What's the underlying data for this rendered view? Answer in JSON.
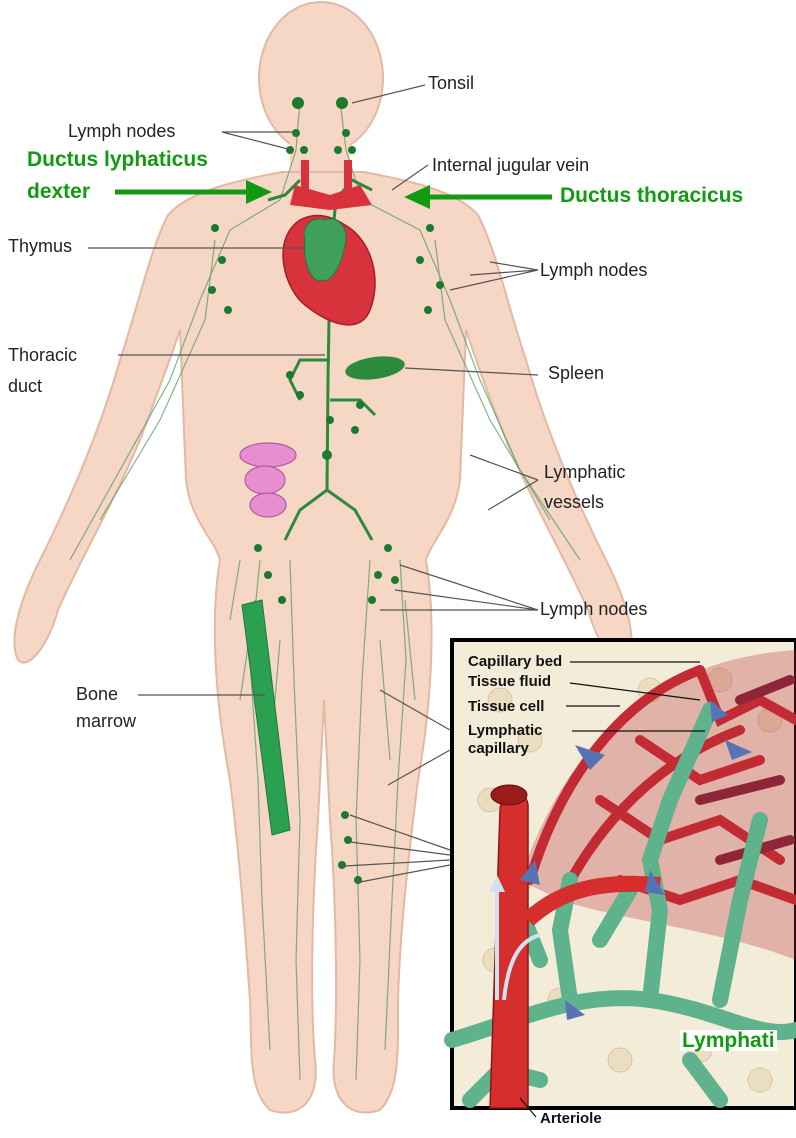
{
  "colors": {
    "skin": "#f6d6c4",
    "skin_outline": "#e2b9a4",
    "lymph_green": "#2c8a3c",
    "node_green": "#1c7a2e",
    "heart_red": "#d8323d",
    "label_green": "#139a13",
    "capillary_red": "#cc2a2a",
    "lymph_capillary": "#5fb38c",
    "arrow_blue": "#5573b5"
  },
  "labels": {
    "tonsil": "Tonsil",
    "lymph_nodes_neck": "Lymph nodes",
    "internal_jugular_vein": "Internal jugular vein",
    "thymus": "Thymus",
    "lymph_nodes_arm": "Lymph nodes",
    "thoracic_duct_line1": "Thoracic",
    "thoracic_duct_line2": "duct",
    "spleen": "Spleen",
    "lymphatic_vessels_line1": "Lymphatic",
    "lymphatic_vessels_line2": "vessels",
    "lymph_nodes_groin": "Lymph nodes",
    "bone_marrow_line1": "Bone",
    "bone_marrow_line2": "marrow"
  },
  "annotations": {
    "ductus_lyphaticus_line1": "Ductus lyphaticus",
    "ductus_lyphaticus_line2": "dexter",
    "ductus_thoracicus": "Ductus thoracicus"
  },
  "inset": {
    "capillary_bed": "Capillary bed",
    "tissue_fluid": "Tissue fluid",
    "tissue_cell": "Tissue cell",
    "lymphatic_capillary_line1": "Lymphatic",
    "lymphatic_capillary_line2": "capillary",
    "lymphatic_partial": "Lymphati",
    "arteriole": "Arteriole"
  }
}
